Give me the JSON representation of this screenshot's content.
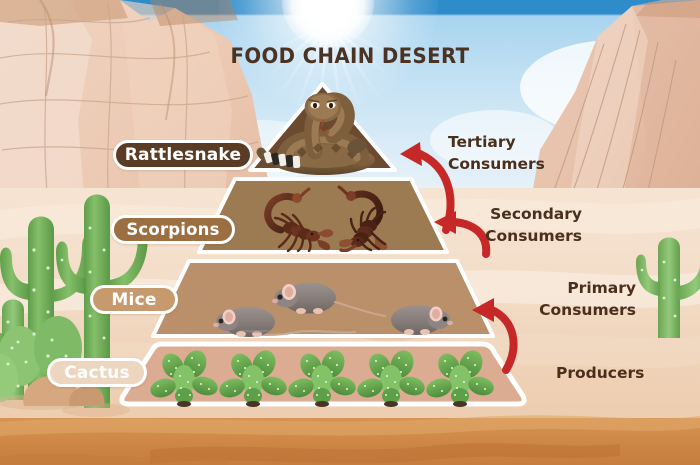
{
  "title": "FOOD CHAIN DESERT",
  "theme": {
    "title_color": "#4a3323",
    "label_color": "#4a2f1d",
    "arrow_color": "#c62828",
    "sky_color": "#a8d4ef",
    "sand_color": "#f3ddc8",
    "rock_color": "#e7c3ab",
    "cactus_color": "#6aab52"
  },
  "pyramid": {
    "tiers": [
      {
        "name": "rattlesnake-tier",
        "organism": "rattlesnake",
        "count": 1,
        "fill": "#6b4a2f",
        "label": "Rattlesnake",
        "pill_fill": "#5a3b23",
        "level": "Tertiary Consumers"
      },
      {
        "name": "scorpion-tier",
        "organism": "scorpion",
        "count": 2,
        "fill": "#9c7a52",
        "label": "Scorpions",
        "pill_fill": "#9b6f41",
        "level": "Secondary Consumers"
      },
      {
        "name": "mice-tier",
        "organism": "mouse",
        "count": 3,
        "fill": "#b99069",
        "label": "Mice",
        "pill_fill": "#c79a6d",
        "level": "Primary Consumers"
      },
      {
        "name": "cactus-tier",
        "organism": "cactus",
        "count": 5,
        "fill": "#dbac92",
        "label": "Cactus",
        "pill_fill": "#edd6c0",
        "level": "Producers"
      }
    ]
  },
  "labels": {
    "left": [
      {
        "text": "Rattlesnake"
      },
      {
        "text": "Scorpions"
      },
      {
        "text": "Mice"
      },
      {
        "text": "Cactus"
      }
    ],
    "right": [
      {
        "line1": "Tertiary",
        "line2": "Consumers"
      },
      {
        "line1": "Secondary",
        "line2": "Consumers"
      },
      {
        "line1": "Primary",
        "line2": "Consumers"
      },
      {
        "line1": "Producers",
        "line2": ""
      }
    ]
  },
  "arrows": [
    {
      "name": "arrow-secondary-to-tertiary",
      "direction": "up-left",
      "color": "#c62828"
    },
    {
      "name": "arrow-primary-to-secondary",
      "direction": "up-left",
      "color": "#c62828"
    },
    {
      "name": "arrow-producers-to-primary",
      "direction": "up-left",
      "color": "#c62828"
    }
  ],
  "scenery": {
    "sun": "sun-icon",
    "left_rocks": "rock-formation",
    "right_rocks": "rock-formation",
    "saguaro_cacti": "saguaro-cactus"
  }
}
